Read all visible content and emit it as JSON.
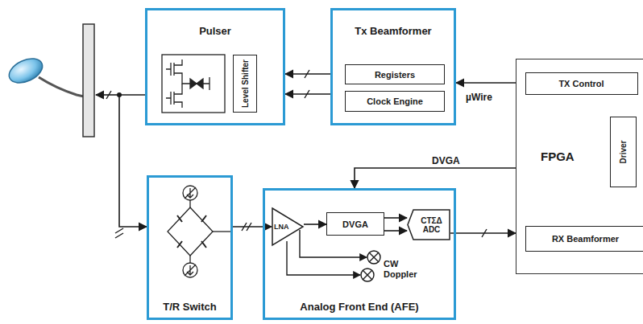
{
  "diagram": {
    "nodes": [
      {
        "text": [
          "Pulser"
        ]
      },
      {
        "text": [
          "Level Shifter"
        ],
        "in": 0
      },
      {
        "text": [
          "Tx Beamformer"
        ]
      },
      {
        "text": [
          "Registers"
        ],
        "in": 2
      },
      {
        "text": [
          "Clock Engine"
        ],
        "in": 2
      },
      {
        "text": [
          "FPGA"
        ]
      },
      {
        "text": [
          "TX Control"
        ],
        "in": 5
      },
      {
        "text": [
          "Driver"
        ],
        "in": 5
      },
      {
        "text": [
          "RX Beamformer"
        ],
        "in": 5
      },
      {
        "text": [
          "T/R Switch"
        ]
      },
      {
        "text": [
          "Analog Front End (AFE)"
        ]
      },
      {
        "text": [
          "LNA"
        ],
        "in": 10
      },
      {
        "text": [
          "DVGA"
        ],
        "in": 10
      },
      {
        "text": [
          "CTΣΔ ADC"
        ],
        "in": 10
      }
    ],
    "edges": [
      {
        "from": 2,
        "to": 0,
        "arrow": "to"
      },
      {
        "from": 2,
        "to": 0,
        "arrow": "to"
      },
      {
        "from": 5,
        "to": 2,
        "label": "µWire",
        "arrow": "to"
      },
      {
        "from": 5,
        "to": 10,
        "label": "DVGA",
        "arrow": "to"
      },
      {
        "from": 0,
        "to": 9,
        "arrow": "to"
      },
      {
        "from": 9,
        "to": 11,
        "arrow": "to"
      },
      {
        "from": 11,
        "to": 12,
        "arrow": "to"
      },
      {
        "from": 12,
        "to": 13,
        "arrow": "to"
      },
      {
        "from": 12,
        "to": 13,
        "arrow": "to"
      },
      {
        "from": 13,
        "to": 5,
        "arrow": "to"
      }
    ],
    "labels": [
      "CW Doppler"
    ]
  }
}
